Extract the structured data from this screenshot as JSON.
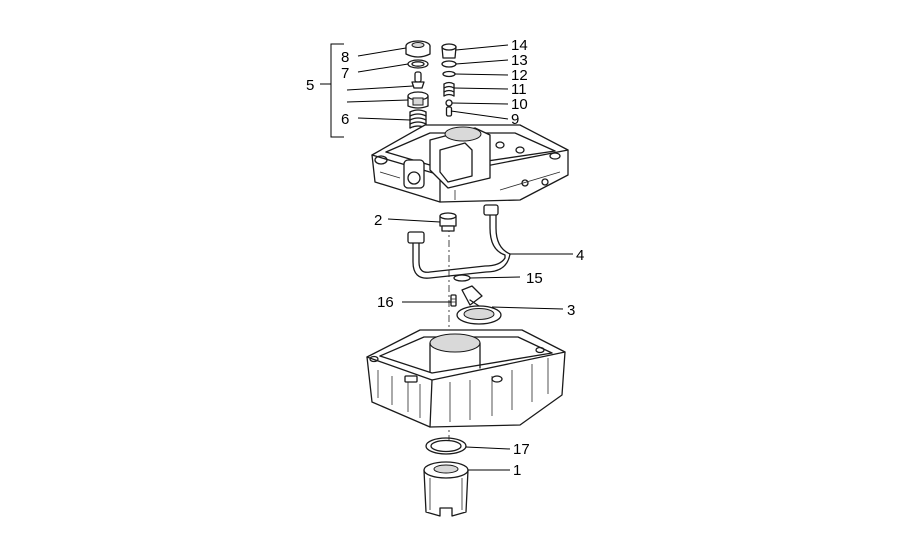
{
  "callouts": {
    "n1": "1",
    "n2": "2",
    "n3": "3",
    "n4": "4",
    "n5": "5",
    "n6": "6",
    "n7": "7",
    "n8": "8",
    "n9": "9",
    "n10": "10",
    "n11": "11",
    "n12": "12",
    "n13": "13",
    "n14": "14",
    "n15": "15",
    "n16": "16",
    "n17": "17"
  }
}
